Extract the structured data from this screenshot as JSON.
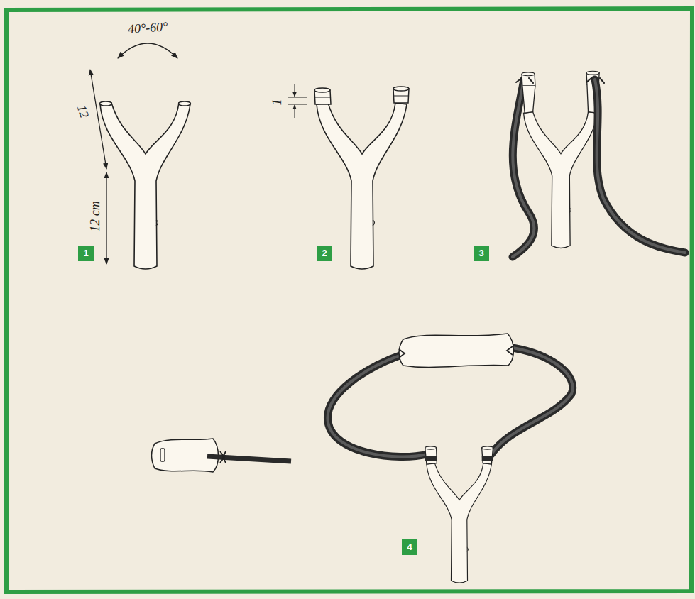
{
  "diagram": {
    "labels": [
      "40°-60°",
      "12",
      "12 cm",
      "1",
      "1",
      "2",
      "3",
      "4"
    ]
  }
}
